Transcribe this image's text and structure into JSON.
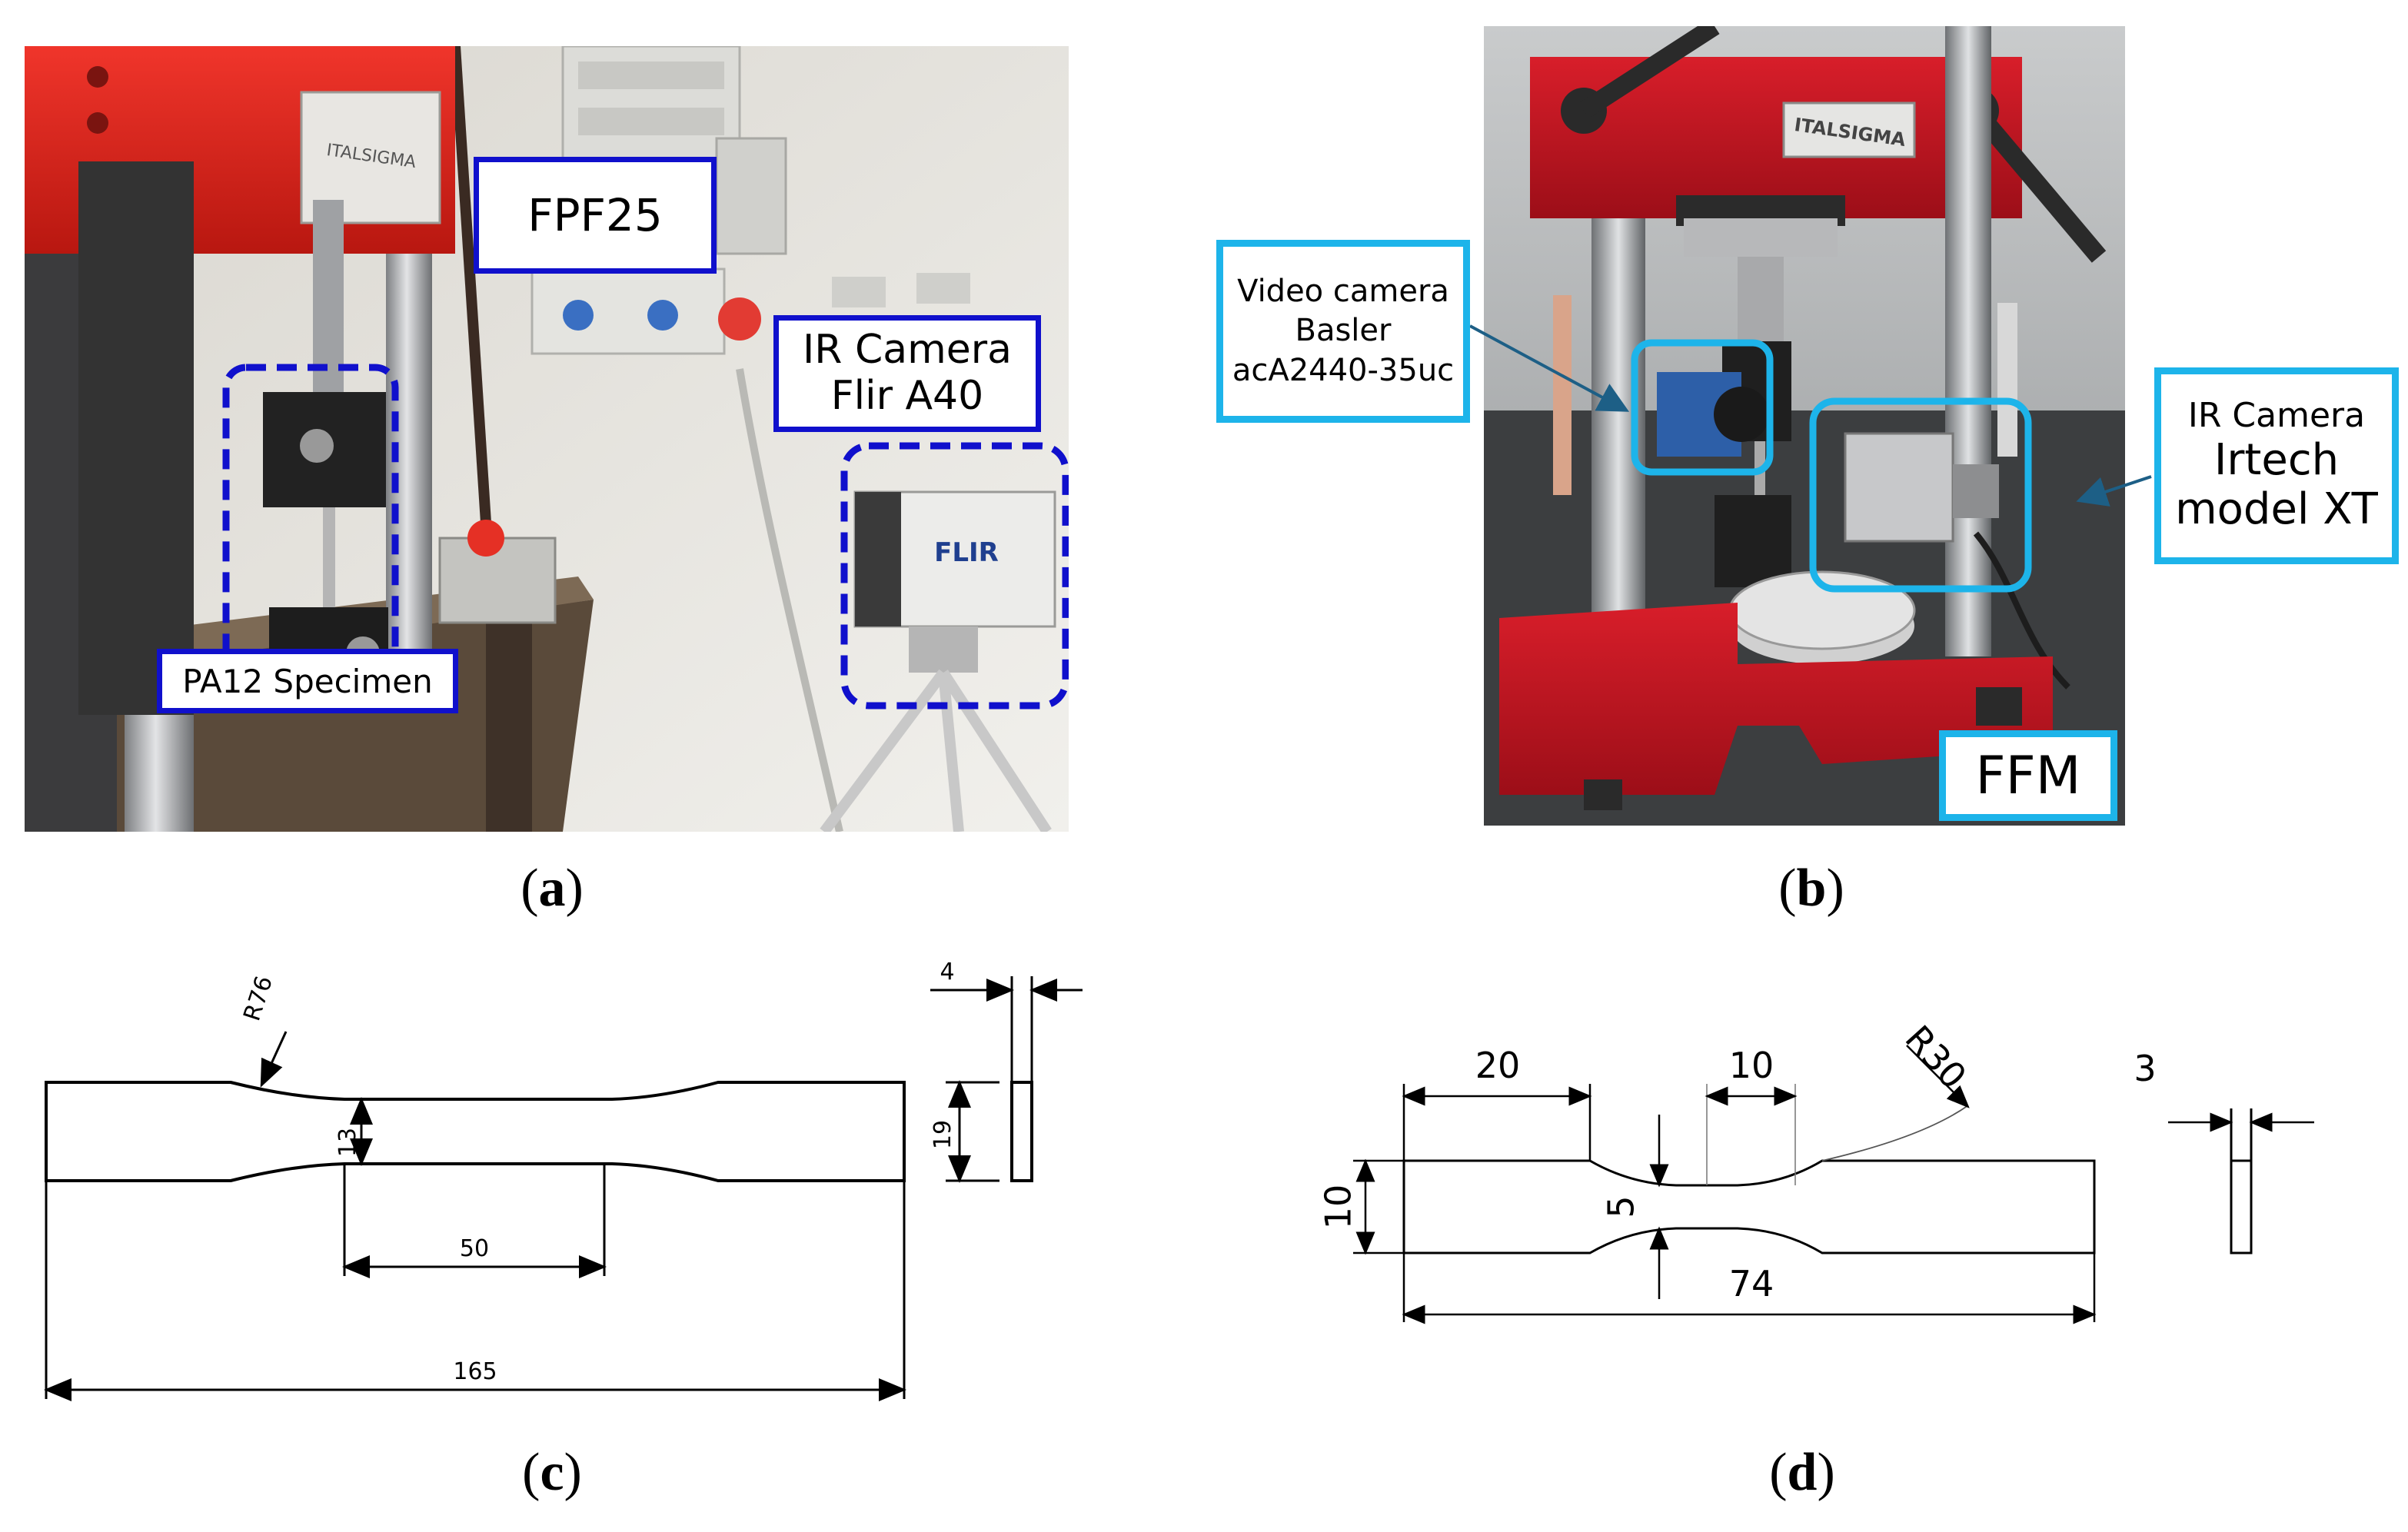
{
  "panel_a": {
    "caption_letter": "a",
    "labels": {
      "machine": "FPF25",
      "camera_line1": "IR Camera",
      "camera_line2": "Flir A40",
      "specimen": "PA12 Specimen"
    },
    "brand_plate": "ITALSIGMA",
    "camera_brand": "FLIR",
    "colors": {
      "frame": "#e8251f",
      "label_border": "#1010cc",
      "wall": "#ecebe6"
    }
  },
  "panel_b": {
    "caption_letter": "b",
    "labels": {
      "video_line1": "Video camera",
      "video_line2": "Basler",
      "video_line3": "acA2440-35uc",
      "ir_line1": "IR Camera",
      "ir_line2": "Irtech",
      "ir_line3": "model XT",
      "machine": "FFM"
    },
    "brand_plate": "ITALSIGMA",
    "colors": {
      "frame": "#c41420",
      "label_border": "#1db4ea"
    }
  },
  "panel_c": {
    "caption_letter": "c",
    "dimensions": {
      "radius": "R76",
      "gauge_width": "13",
      "gauge_length": "50",
      "total_length": "165",
      "thickness": "4",
      "grip_width": "19"
    }
  },
  "panel_d": {
    "caption_letter": "d",
    "dimensions": {
      "grip_length": "20",
      "gauge_length": "10",
      "radius": "R30",
      "thickness": "3",
      "grip_width": "10",
      "gauge_width": "5",
      "total_length": "74"
    }
  }
}
